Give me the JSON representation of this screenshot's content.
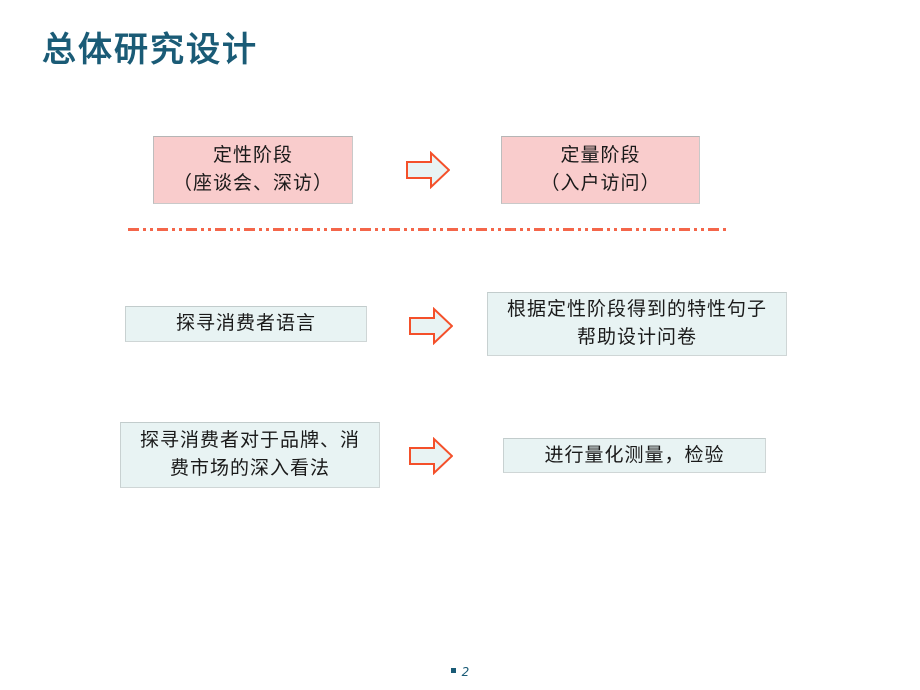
{
  "slide": {
    "title": "总体研究设计",
    "page_number": "2",
    "colors": {
      "title": "#1a5b76",
      "pink_box_fill": "#f9cccc",
      "blue_box_fill": "#e8f3f3",
      "arrow_outline": "#f4502a",
      "arrow_fill": "#e8f3f3",
      "divider": "#f4664a"
    }
  },
  "rows": [
    {
      "left_box": {
        "style": "pink",
        "lines": [
          "定性阶段",
          "（座谈会、深访）"
        ]
      },
      "arrow": "right-block-arrow",
      "right_box": {
        "style": "pink",
        "lines": [
          "定量阶段",
          "（入户访问）"
        ]
      }
    },
    {
      "left_box": {
        "style": "blue",
        "lines": [
          "探寻消费者语言"
        ]
      },
      "arrow": "right-block-arrow",
      "right_box": {
        "style": "blue",
        "lines": [
          "根据定性阶段得到的特性句子",
          "帮助设计问卷"
        ]
      }
    },
    {
      "left_box": {
        "style": "blue",
        "lines": [
          "探寻消费者对于品牌、消",
          "费市场的深入看法"
        ]
      },
      "arrow": "right-block-arrow",
      "right_box": {
        "style": "blue",
        "lines": [
          "进行量化测量，检验"
        ]
      }
    }
  ]
}
